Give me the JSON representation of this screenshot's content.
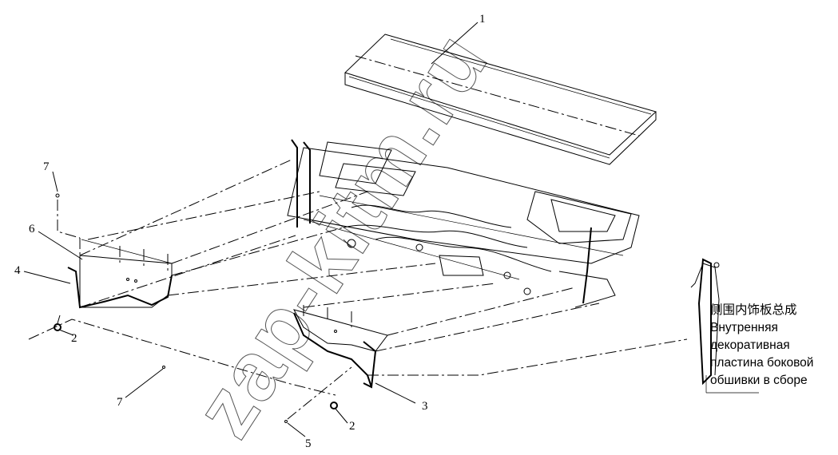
{
  "diagram": {
    "callouts": [
      {
        "id": "c1",
        "label": "1"
      },
      {
        "id": "c2a",
        "label": "2"
      },
      {
        "id": "c2b",
        "label": "2"
      },
      {
        "id": "c3",
        "label": "3"
      },
      {
        "id": "c4",
        "label": "4"
      },
      {
        "id": "c5",
        "label": "5"
      },
      {
        "id": "c6",
        "label": "6"
      },
      {
        "id": "c7a",
        "label": "7"
      },
      {
        "id": "c7b",
        "label": "7"
      }
    ],
    "caption": {
      "chinese": "侧围内饰板总成",
      "russian_lines": [
        "Внутренняя",
        "декоративная",
        "пластина боковой",
        "обшивки в сборе"
      ]
    },
    "watermark": "zap-kitm.ru"
  }
}
